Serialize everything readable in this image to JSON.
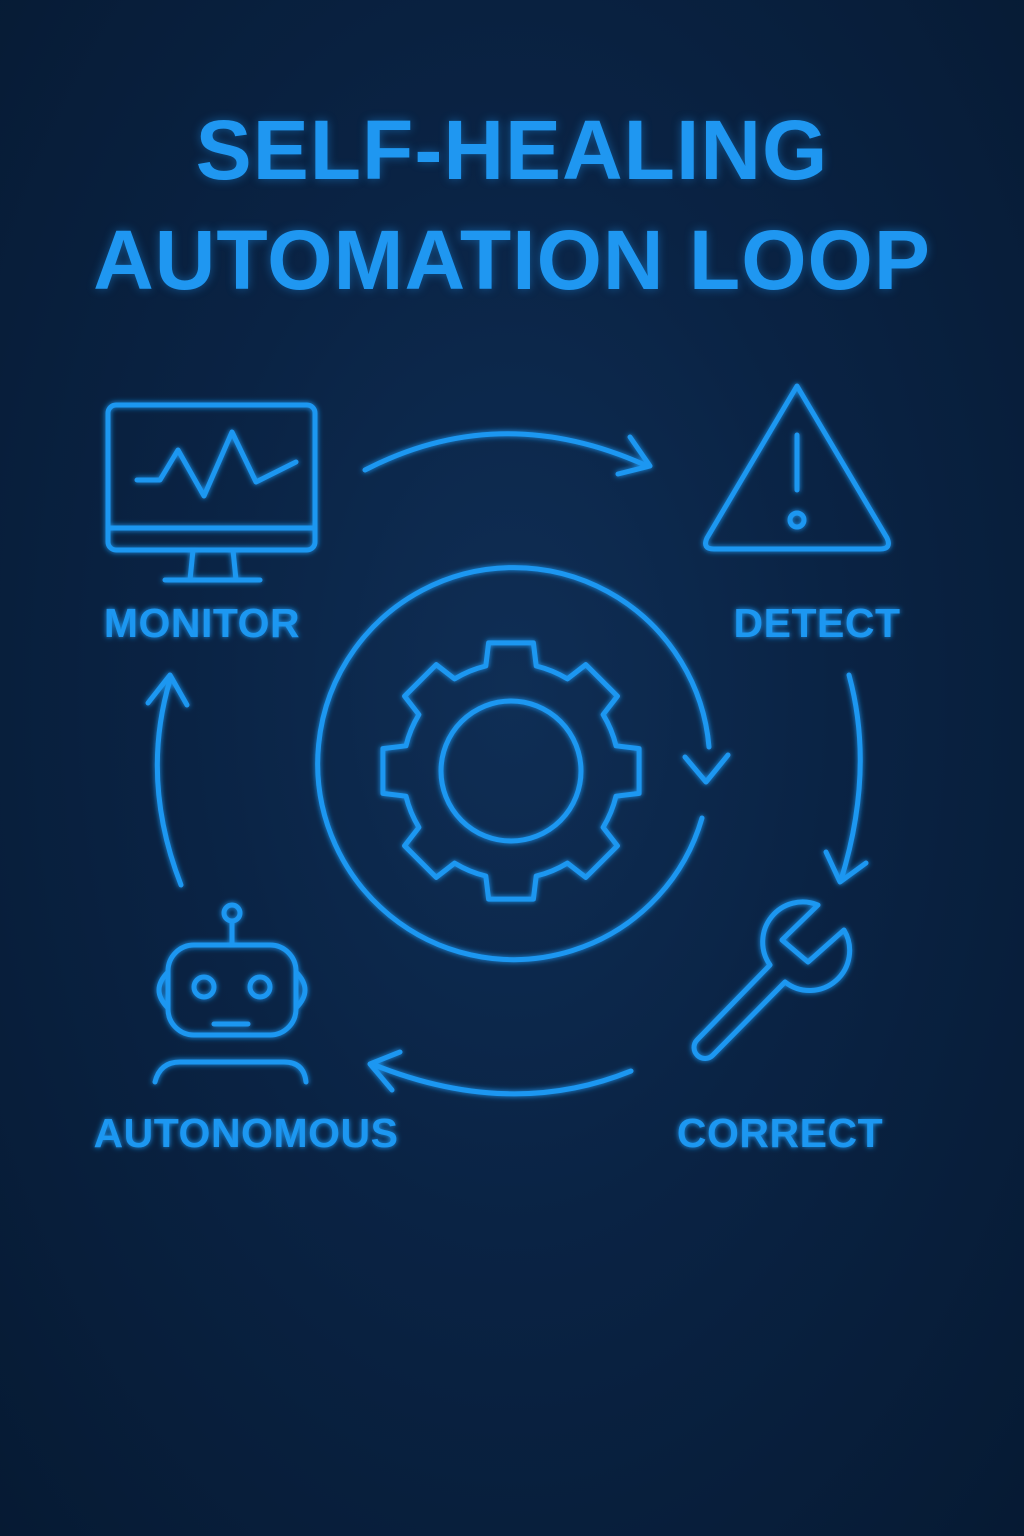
{
  "title": {
    "line1": "SELF-HEALING",
    "line2": "AUTOMATION LOOP"
  },
  "stages": {
    "monitor": {
      "label": "MONITOR",
      "icon": "monitor-heartbeat-icon"
    },
    "detect": {
      "label": "DETECT",
      "icon": "warning-triangle-icon"
    },
    "correct": {
      "label": "CORRECT",
      "icon": "wrench-icon"
    },
    "autonomous": {
      "label": "AUTONOMOUS",
      "icon": "robot-icon"
    }
  },
  "center": {
    "icon": "gear-icon"
  },
  "colors": {
    "accent": "#1f97f1",
    "background": "#0a2344"
  }
}
